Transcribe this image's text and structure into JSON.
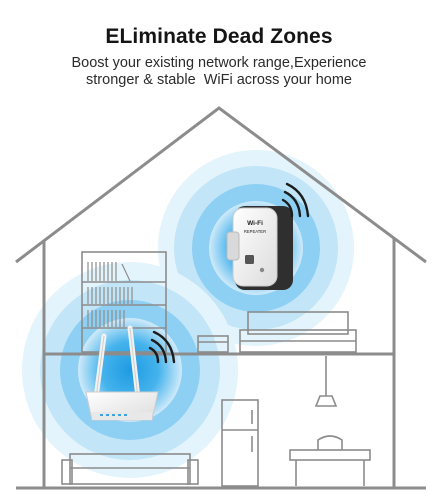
{
  "headline": "ELiminate Dead Zones",
  "subline": {
    "line1": "Boost your existing network range,Experience",
    "line2": "stronger & stable  WiFi across your home"
  },
  "device_label": {
    "line1": "Wi-Fi",
    "line2": "REPEATER"
  },
  "colors": {
    "signal_blue": "#2ea8e8",
    "house_outline": "#8c8c8c",
    "text_dark": "#151515"
  },
  "icons": [
    "wifi-signal-icon",
    "wifi-repeater",
    "wifi-router",
    "house-outline"
  ]
}
